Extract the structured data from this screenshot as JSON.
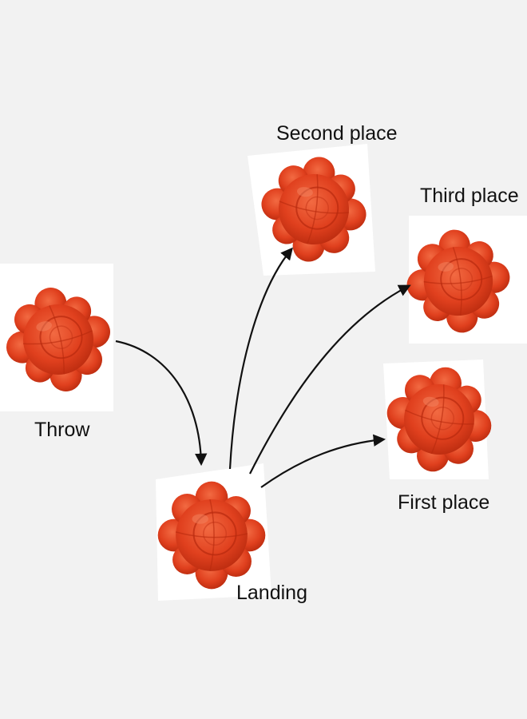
{
  "labels": {
    "throw": "Throw",
    "landing": "Landing",
    "second_place": "Second place",
    "third_place": "Third place",
    "first_place": "First place"
  },
  "colors": {
    "background": "#f2f2f2",
    "ball_fill": "#e0401e",
    "ball_shadow": "#b82a0e",
    "ball_highlight": "#f2663e",
    "arrow": "#111111",
    "text": "#111111"
  },
  "icons": {
    "ball": "reaction-ball-icon",
    "arrow": "curved-arrow"
  }
}
